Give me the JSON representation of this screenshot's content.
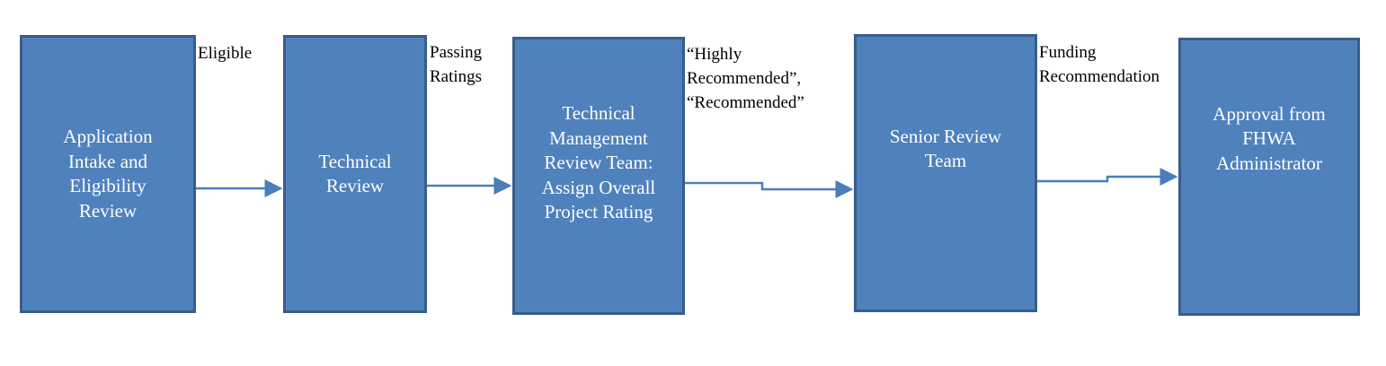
{
  "colors": {
    "box_fill": "#4f81bd",
    "box_border": "#385d8a",
    "connector": "#4a7ebb"
  },
  "steps": [
    {
      "label": "Application\nIntake and\nEligibility\nReview"
    },
    {
      "label": "Technical\nReview"
    },
    {
      "label": "Technical\nManagement\nReview Team:\nAssign Overall\nProject Rating"
    },
    {
      "label": "Senior Review\nTeam"
    },
    {
      "label": "Approval from\nFHWA\nAdministrator"
    }
  ],
  "transitions": [
    {
      "label": "Eligible"
    },
    {
      "label": "Passing\nRatings"
    },
    {
      "label": "“Highly\nRecommended”,\n“Recommended”"
    },
    {
      "label": "Funding\nRecommendation"
    }
  ]
}
